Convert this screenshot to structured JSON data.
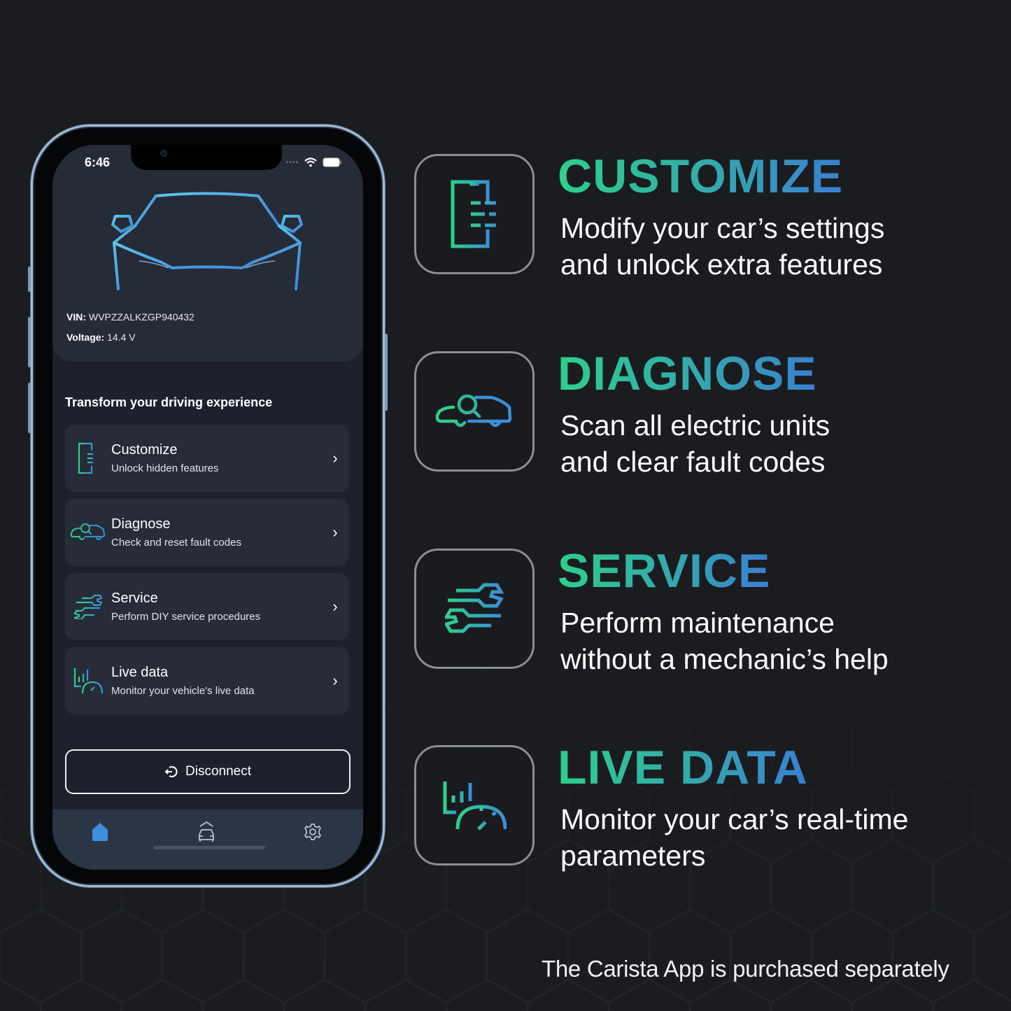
{
  "phone": {
    "status_bar": {
      "time": "6:46",
      "icons": [
        "signal-icon",
        "wifi-icon",
        "battery-icon"
      ]
    },
    "vehicle": {
      "vin_label": "VIN:",
      "vin_value": "WVPZZALKZGP940432",
      "voltage_label": "Voltage:",
      "voltage_value": "14.4 V"
    },
    "section_title": "Transform your driving experience",
    "menu": [
      {
        "title": "Customize",
        "subtitle": "Unlock hidden features",
        "icon": "customize-icon"
      },
      {
        "title": "Diagnose",
        "subtitle": "Check and reset fault codes",
        "icon": "diagnose-car-icon"
      },
      {
        "title": "Service",
        "subtitle": "Perform DIY service procedures",
        "icon": "wrench-icon"
      },
      {
        "title": "Live data",
        "subtitle": "Monitor your vehicle's live data",
        "icon": "gauge-chart-icon"
      }
    ],
    "disconnect_label": "Disconnect",
    "tabs": [
      {
        "name": "home",
        "active": true
      },
      {
        "name": "garage",
        "active": false
      },
      {
        "name": "settings",
        "active": false
      }
    ]
  },
  "features": [
    {
      "title": "CUSTOMIZE",
      "line1": "Modify your car’s settings",
      "line2": "and unlock extra features"
    },
    {
      "title": "DIAGNOSE",
      "line1": "Scan all electric units",
      "line2": "and clear fault codes"
    },
    {
      "title": "SERVICE",
      "line1": "Perform maintenance",
      "line2": "without a mechanic’s help"
    },
    {
      "title": "LIVE DATA",
      "line1": "Monitor your car’s real-time",
      "line2": "parameters"
    }
  ],
  "footer_note": "The Carista App is purchased separately",
  "colors": {
    "background": "#1b1c20",
    "gradient_start": "#2ecf8c",
    "gradient_end": "#3a7fd2",
    "card": "#272c38",
    "accent_blue": "#3f8fe0"
  }
}
